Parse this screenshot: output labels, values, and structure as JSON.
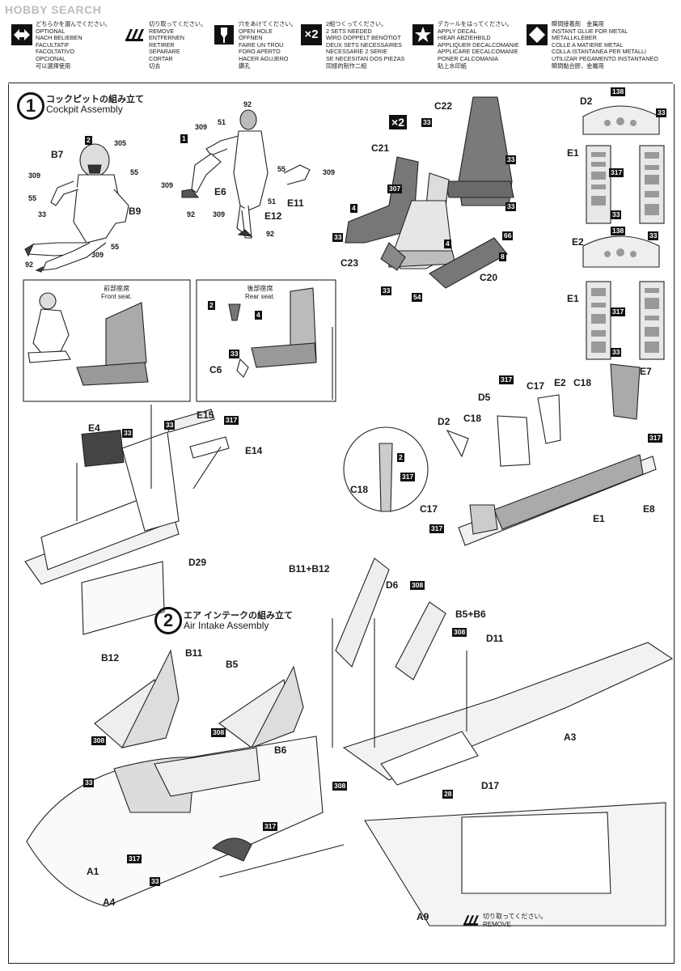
{
  "watermark": "HOBBY SEARCH",
  "legend": [
    {
      "icon": "double-arrow-icon",
      "lines": [
        "どちらかを選んでください。",
        "OPTIONAL",
        "NACH BELIEBEN",
        "FACULTATIF",
        "FACOLTATIVO",
        "OPCIONAL",
        "可以選擇使用"
      ]
    },
    {
      "icon": "cut-off-icon",
      "lines": [
        "切り取ってください。",
        "REMOVE",
        "ENTFERNEN",
        "RETIRER",
        "SEPARARE",
        "CORTAR",
        "切去"
      ]
    },
    {
      "icon": "drill-hole-icon",
      "lines": [
        "穴をあけてください。",
        "OPEN HOLE",
        "ÖFFNEN",
        "FAIRE UN TROU",
        "FORO APERTO",
        "HACER AGUJERO",
        "鑽孔"
      ]
    },
    {
      "icon": "x2-icon",
      "lines": [
        "2組つくってください。",
        "2 SETS NEEDED",
        "WIRD DOPPELT BENÖTIGT",
        "DEUX SETS NECESSAIRES",
        "NECESSARIE 2 SERIE",
        "SE NECESITAN DOS PIEZAS",
        "同樣的制作二組"
      ]
    },
    {
      "icon": "star-decal-icon",
      "lines": [
        "デカールをはってください。",
        "APPLY DECAL",
        "HIEAR ABZIEHBILD",
        "APPLIQUER DECALCOMANIE",
        "APPLICARE DECALCOMANIE",
        "PONER CALCOMANIA",
        "貼上水印紙"
      ]
    },
    {
      "icon": "diamond-glue-icon",
      "lines": [
        "瞬間接着剤　金属用",
        "INSTANT GLUE FOR METAL",
        "METALLKLEBER",
        "COLLE A MATIERE METAL",
        "COLLA ISTANTANEA PER METALLI",
        "UTILIZAR PEGAMENTO INSTANTANEO",
        "瞬間黏合膠，金屬用"
      ]
    }
  ],
  "step1": {
    "number": "1",
    "title_jp": "コックピットの組み立て",
    "title_en": "Cockpit Assembly"
  },
  "step2": {
    "number": "2",
    "title_jp": "エア インテークの組み立て",
    "title_en": "Air Intake Assembly"
  },
  "x2": {
    "mark": "×",
    "count": "2"
  },
  "insets": {
    "front_jp": "前部座席",
    "front_en": "Front seat.",
    "rear_jp": "後部座席",
    "rear_en": "Rear seat."
  },
  "footer_note": {
    "jp": "切り取ってください。",
    "en": "REMOVE"
  },
  "parts": {
    "b7": "B7",
    "b9": "B9",
    "e6": "E6",
    "e11": "E11",
    "e12": "E12",
    "c22": "C22",
    "c21": "C21",
    "c23": "C23",
    "c20": "C20",
    "d2a": "D2",
    "e1a": "E1",
    "e2a": "E2",
    "e1b": "E1",
    "c6": "C6",
    "e4": "E4",
    "e15": "E15",
    "e14": "E14",
    "d29": "D29",
    "e7": "E7",
    "c17a": "C17",
    "e2b": "E2",
    "c18a": "C18",
    "d5": "D5",
    "d2b": "D2",
    "c18b": "C18",
    "c18c": "C18",
    "c17b": "C17",
    "e1c": "E1",
    "e8": "E8",
    "b11b12": "B11+B12",
    "d6": "D6",
    "b5b6": "B5+B6",
    "d11": "D11",
    "b12": "B12",
    "b11": "B11",
    "b5": "B5",
    "b6": "B6",
    "a3": "A3",
    "d17": "D17",
    "a1": "A1",
    "a4": "A4",
    "a9": "A9"
  },
  "callouts": {
    "n92a": "92",
    "n51a": "51",
    "n305": "305",
    "n55a": "55",
    "n309a": "309",
    "n55b": "55",
    "n33a": "33",
    "n55c": "55",
    "n309b": "309",
    "n92b": "92",
    "n309c": "309",
    "n309d": "309",
    "n92c": "92",
    "n309e": "309",
    "n55d": "55",
    "n51b": "51",
    "n92d": "92",
    "n309f": "309",
    "n33b": "33",
    "n33c": "33",
    "n307": "307",
    "n33d": "33",
    "n33e": "33",
    "n66": "66",
    "n54": "54",
    "n33f": "33",
    "n33g": "33",
    "n33h": "33",
    "n33i": "33",
    "n317a": "317",
    "n33j": "33",
    "n33k": "33",
    "n317b": "317",
    "n33l": "33",
    "n33m": "33",
    "n317c": "317",
    "n317d": "317",
    "n317e": "317",
    "n317f": "317",
    "n317g": "317",
    "n308a": "308",
    "n308b": "308",
    "n308c": "308",
    "n308d": "308",
    "n308e": "308",
    "n28": "28",
    "n33n": "33",
    "n317h": "317",
    "n317i": "317",
    "n33o": "33",
    "b2a": "2",
    "b1": "1",
    "b4a": "4",
    "b4b": "4",
    "b8": "8",
    "b2b": "2",
    "b4c": "4",
    "b2c": "2"
  },
  "callout_badges": {
    "n138a": "138",
    "n138b": "138"
  }
}
